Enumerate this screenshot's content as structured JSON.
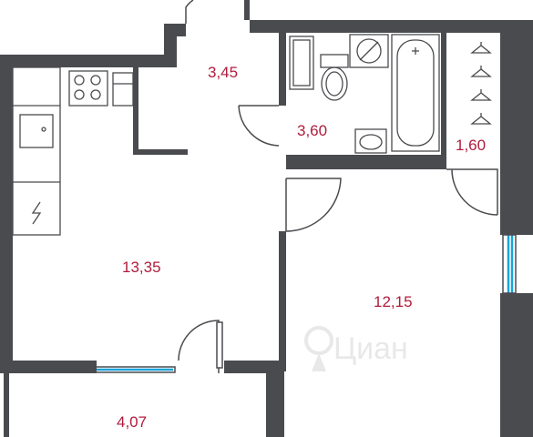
{
  "rooms": [
    {
      "id": "hallway",
      "area": "3,45"
    },
    {
      "id": "bathroom",
      "area": "3,60"
    },
    {
      "id": "wardrobe",
      "area": "1,60"
    },
    {
      "id": "kitchen-living",
      "area": "13,35"
    },
    {
      "id": "bedroom",
      "area": "12,15"
    },
    {
      "id": "balcony",
      "area": "4,07"
    }
  ],
  "watermark": {
    "text": "Циан"
  },
  "colors": {
    "wall": "#4a4b4f",
    "line": "#4a4b4f",
    "window": "#1aa3d9",
    "label": "#b01c3c"
  }
}
